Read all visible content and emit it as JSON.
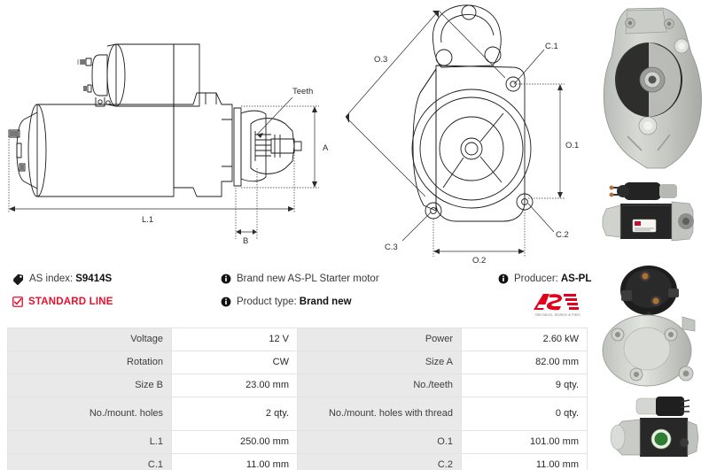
{
  "drawings": {
    "side_view": {
      "labels": [
        {
          "name": "teeth-label",
          "text": "Teeth"
        },
        {
          "name": "dim-a-label",
          "text": "A"
        },
        {
          "name": "dim-l1-label",
          "text": "L.1"
        },
        {
          "name": "dim-b-label",
          "text": "B"
        }
      ]
    },
    "front_view": {
      "labels": [
        {
          "name": "dim-o3-label",
          "text": "O.3"
        },
        {
          "name": "dim-c1-label",
          "text": "C.1"
        },
        {
          "name": "dim-o1-label",
          "text": "O.1"
        },
        {
          "name": "dim-c2-label",
          "text": "C.2"
        },
        {
          "name": "dim-c3-label",
          "text": "C.3"
        },
        {
          "name": "dim-o2-label",
          "text": "O.2"
        }
      ]
    }
  },
  "info": {
    "as_index_label": "AS index:",
    "as_index_value": "S9414S",
    "standard_line": "STANDARD LINE",
    "description": "Brand new AS-PL Starter motor",
    "product_type_label": "Product type:",
    "product_type_value": "Brand new",
    "producer_label": "Producer:",
    "producer_value": "AS-PL",
    "icons": {
      "tag": "tag-icon",
      "check": "checkbox-checked-icon",
      "info": "info-circle-icon"
    }
  },
  "logo": {
    "mark": "AS",
    "tagline": "Alternators, Starters & Parts",
    "color": "#e2001a"
  },
  "colors": {
    "accent_red": "#e8112d",
    "header_cell_bg": "#e9e9e9",
    "border": "#e3e3e3"
  },
  "spec_table": {
    "rows": [
      {
        "k1": "Voltage",
        "v1": "12 V",
        "k2": "Power",
        "v2": "2.60 kW"
      },
      {
        "k1": "Rotation",
        "v1": "CW",
        "k2": "Size A",
        "v2": "82.00 mm"
      },
      {
        "k1": "Size B",
        "v1": "23.00 mm",
        "k2": "No./teeth",
        "v2": "9 qty."
      },
      {
        "k1": "No./mount. holes",
        "v1": "2 qty.",
        "k2": "No./mount. holes with thread",
        "v2": "0 qty."
      },
      {
        "k1": "L.1",
        "v1": "250.00 mm",
        "k2": "O.1",
        "v2": "101.00 mm"
      },
      {
        "k1": "C.1",
        "v1": "11.00 mm",
        "k2": "C.2",
        "v2": "11.00 mm"
      }
    ]
  }
}
